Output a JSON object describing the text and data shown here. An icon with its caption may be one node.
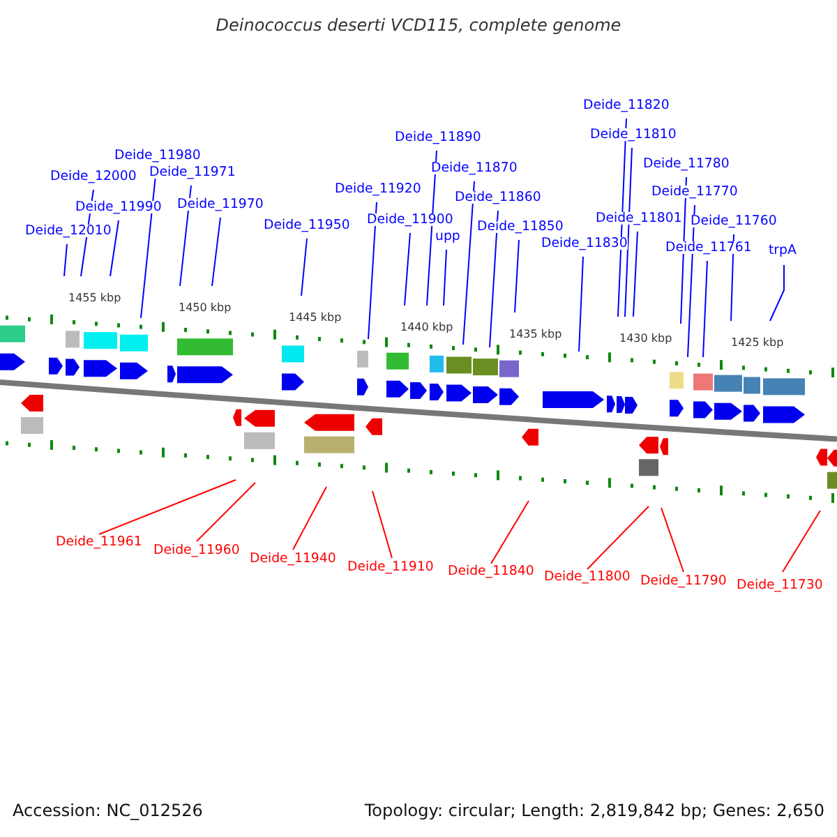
{
  "diagram": {
    "title": "Deinococcus deserti VCD115, complete genome",
    "nodes": [
      {
        "text": [
          "Deide_12010"
        ]
      },
      {
        "text": [
          "Deide_12000"
        ]
      },
      {
        "text": [
          "Deide_11990"
        ]
      },
      {
        "text": [
          "Deide_11980"
        ]
      },
      {
        "text": [
          "Deide_11971"
        ]
      },
      {
        "text": [
          "Deide_11970"
        ]
      },
      {
        "text": [
          "Deide_11950"
        ]
      },
      {
        "text": [
          "Deide_11920"
        ]
      },
      {
        "text": [
          "Deide_11900"
        ]
      },
      {
        "text": [
          "Deide_11890"
        ]
      },
      {
        "text": [
          "Deide_11870"
        ]
      },
      {
        "text": [
          "upp"
        ]
      },
      {
        "text": [
          "Deide_11860"
        ]
      },
      {
        "text": [
          "Deide_11850"
        ]
      },
      {
        "text": [
          "Deide_11830"
        ]
      },
      {
        "text": [
          "Deide_11820"
        ]
      },
      {
        "text": [
          "Deide_11810"
        ]
      },
      {
        "text": [
          "Deide_11801"
        ]
      },
      {
        "text": [
          "Deide_11780"
        ]
      },
      {
        "text": [
          "Deide_11770"
        ]
      },
      {
        "text": [
          "Deide_11761"
        ]
      },
      {
        "text": [
          "Deide_11760"
        ]
      },
      {
        "text": [
          "trpA"
        ]
      },
      {
        "text": [
          "Deide_11961"
        ]
      },
      {
        "text": [
          "Deide_11960"
        ]
      },
      {
        "text": [
          "Deide_11940"
        ]
      },
      {
        "text": [
          "Deide_11910"
        ]
      },
      {
        "text": [
          "Deide_11840"
        ]
      },
      {
        "text": [
          "Deide_11800"
        ]
      },
      {
        "text": [
          "Deide_11790"
        ]
      },
      {
        "text": [
          "Deide_11730"
        ]
      }
    ],
    "edges": [
      {
        "from": 0,
        "to": null,
        "arrow": "none"
      },
      {
        "from": 1,
        "to": null,
        "arrow": "none"
      },
      {
        "from": 2,
        "to": null,
        "arrow": "none"
      },
      {
        "from": 3,
        "to": null,
        "arrow": "none"
      },
      {
        "from": 4,
        "to": null,
        "arrow": "none"
      },
      {
        "from": 5,
        "to": null,
        "arrow": "none"
      },
      {
        "from": 6,
        "to": null,
        "arrow": "none"
      },
      {
        "from": 7,
        "to": null,
        "arrow": "none"
      },
      {
        "from": 8,
        "to": null,
        "arrow": "none"
      },
      {
        "from": 9,
        "to": null,
        "arrow": "none"
      },
      {
        "from": 10,
        "to": null,
        "arrow": "none"
      },
      {
        "from": 11,
        "to": null,
        "arrow": "none"
      },
      {
        "from": 12,
        "to": null,
        "arrow": "none"
      },
      {
        "from": 13,
        "to": null,
        "arrow": "none"
      },
      {
        "from": 14,
        "to": null,
        "arrow": "none"
      },
      {
        "from": 15,
        "to": null,
        "arrow": "none"
      },
      {
        "from": 16,
        "to": null,
        "arrow": "none"
      },
      {
        "from": 17,
        "to": null,
        "arrow": "none"
      },
      {
        "from": 18,
        "to": null,
        "arrow": "none"
      },
      {
        "from": 19,
        "to": null,
        "arrow": "none"
      },
      {
        "from": 20,
        "to": null,
        "arrow": "none"
      },
      {
        "from": 21,
        "to": null,
        "arrow": "none"
      },
      {
        "from": 22,
        "to": null,
        "arrow": "none"
      },
      {
        "from": 23,
        "to": null,
        "arrow": "none",
        "color": "#ff0000"
      },
      {
        "from": 24,
        "to": null,
        "arrow": "none",
        "color": "#ff0000"
      },
      {
        "from": 25,
        "to": null,
        "arrow": "none",
        "color": "#ff0000"
      },
      {
        "from": 26,
        "to": null,
        "arrow": "none",
        "color": "#ff0000"
      },
      {
        "from": 27,
        "to": null,
        "arrow": "none",
        "color": "#ff0000"
      },
      {
        "from": 28,
        "to": null,
        "arrow": "none",
        "color": "#ff0000"
      },
      {
        "from": 29,
        "to": null,
        "arrow": "none",
        "color": "#ff0000"
      },
      {
        "from": 30,
        "to": null,
        "arrow": "none",
        "color": "#ff0000"
      }
    ],
    "labels": [
      "1455 kbp",
      "1450 kbp",
      "1445 kbp",
      "1440 kbp",
      "1435 kbp",
      "1430 kbp",
      "1425 kbp",
      "Accession: NC_012526",
      "Topology: circular; Length: 2,819,842 bp; Genes: 2,650"
    ]
  }
}
